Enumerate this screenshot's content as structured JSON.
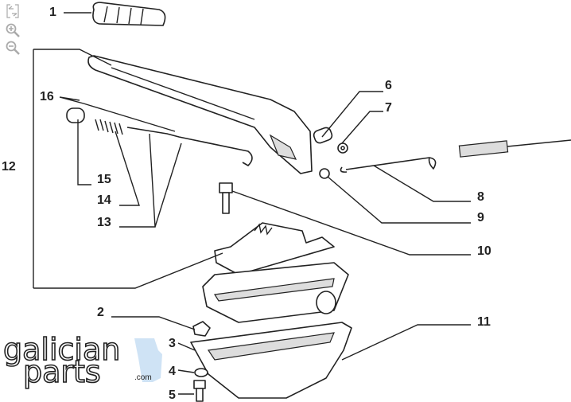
{
  "toolbar": {
    "fit_icon": "fit-screen-icon",
    "zoom_in_icon": "zoom-in-icon",
    "zoom_out_icon": "zoom-out-icon"
  },
  "logo": {
    "line1": "galician",
    "line2": "parts",
    "suffix": ".com"
  },
  "callouts": {
    "c1": "1",
    "c2": "2",
    "c3": "3",
    "c4": "4",
    "c5": "5",
    "c6": "6",
    "c7": "7",
    "c8": "8",
    "c9": "9",
    "c10": "10",
    "c11": "11",
    "c12": "12",
    "c13": "13",
    "c14": "14",
    "c15": "15",
    "c16": "16"
  },
  "colors": {
    "logo_accent": "#cfe3f5",
    "line": "#222222"
  }
}
